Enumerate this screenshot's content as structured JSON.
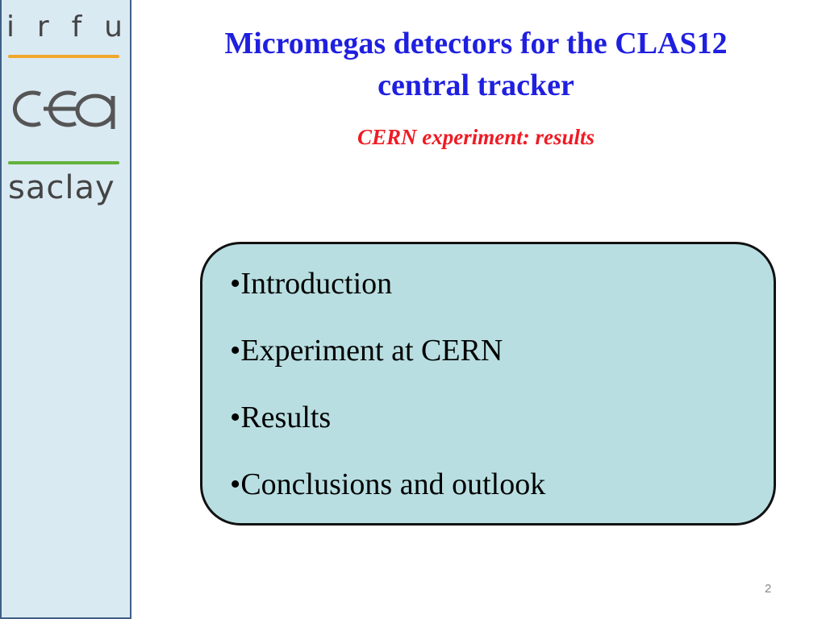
{
  "sidebar": {
    "logo_top": [
      "i",
      "r",
      "f",
      "u"
    ],
    "logo_bottom": "saclay",
    "colors": {
      "background": "#daeaf3",
      "border": "#3f5f86",
      "orange_bar": "#f2a62c",
      "green_bar": "#63b23b"
    }
  },
  "slide": {
    "title_line1": "Micromegas detectors for the CLAS12",
    "title_line2": "central tracker",
    "subtitle": "CERN experiment: results",
    "outline": [
      "Introduction",
      "Experiment at CERN",
      "Results",
      "Conclusions and outlook"
    ],
    "page_number": "2",
    "colors": {
      "title": "#1f1fe0",
      "subtitle": "#ee1b24",
      "box": "#b8dee1"
    }
  }
}
